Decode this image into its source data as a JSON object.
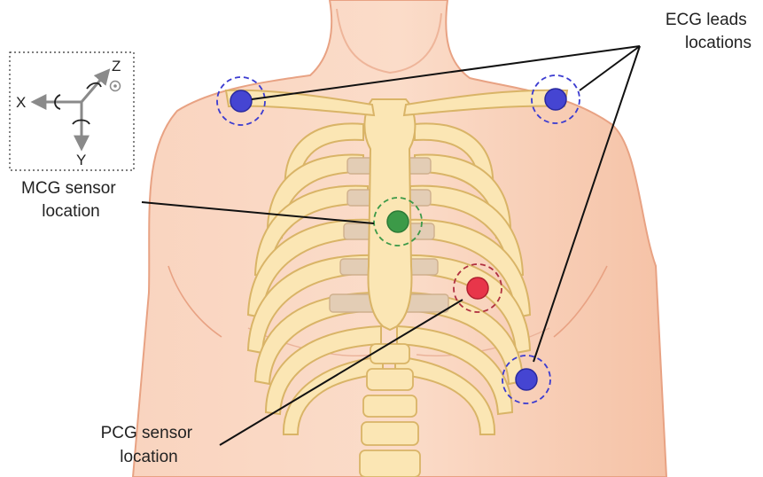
{
  "labels": {
    "ecg": [
      "ECG leads",
      "locations"
    ],
    "mcg": [
      "MCG sensor",
      "location"
    ],
    "pcg": [
      "PCG sensor",
      "location"
    ]
  },
  "axes": {
    "x": "X",
    "y": "Y",
    "z": "Z"
  },
  "colors": {
    "skin": "#f7c9b0",
    "skin_outline": "#e8a283",
    "bone": "#fbe6b4",
    "bone_outline": "#d9b467",
    "cartilage": "#e3cdb5",
    "ecg_marker": "#4040cc",
    "mcg_marker": "#3c9a48",
    "pcg_marker": "#e8364a"
  },
  "icons": [
    "rotation-arrow-icon",
    "out-of-plane-icon"
  ]
}
